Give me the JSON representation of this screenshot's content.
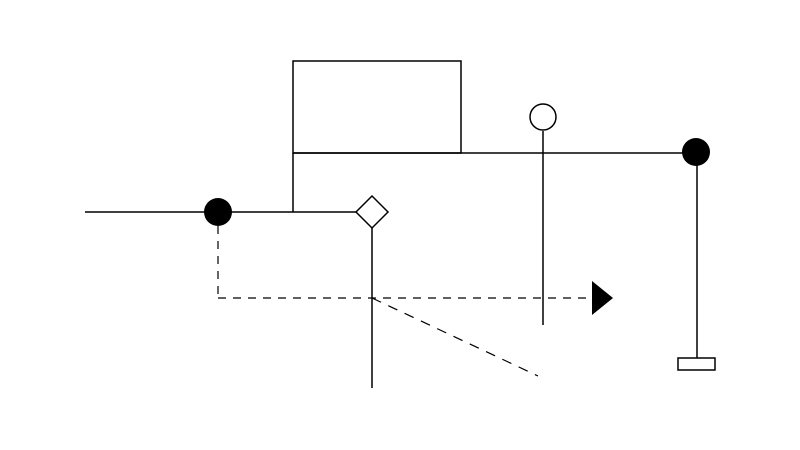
{
  "diagram": {
    "colors": {
      "background": "#ffffff",
      "stroke": "#000000",
      "fill_solid": "#000000",
      "fill_hollow": "#ffffff"
    },
    "shapes": {
      "filled_node": "filled-circle",
      "open_node": "open-circle",
      "junction": "diamond",
      "flow_end": "solid-triangle-arrow",
      "terminal": "rectangle-bar",
      "box": "rectangle"
    },
    "line_styles": {
      "primary": "solid",
      "secondary": "dashed"
    }
  }
}
